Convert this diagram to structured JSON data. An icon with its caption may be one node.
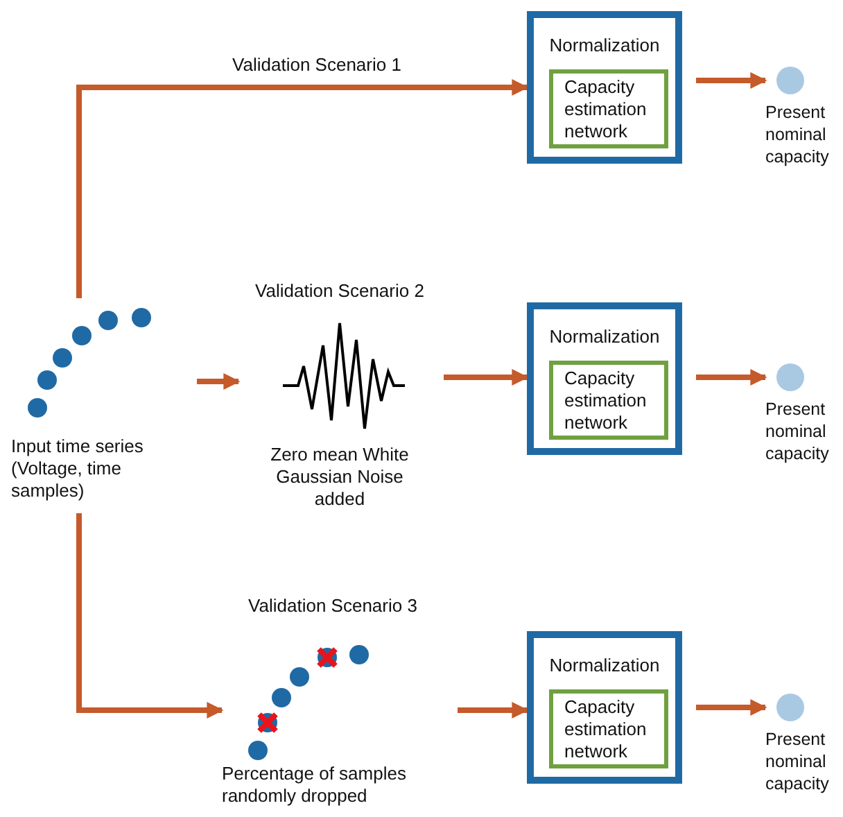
{
  "diagram": {
    "nodes": [
      {
        "text": [
          "Input time series (Voltage, time samples)"
        ]
      },
      {
        "text": [
          "Zero mean White Gaussian Noise added"
        ],
        "beside": [
          "Validation Scenario 2"
        ]
      },
      {
        "text": [
          "Percentage of samples randomly dropped"
        ],
        "beside": [
          "Validation Scenario 3"
        ]
      },
      {
        "text": [
          "Normalization"
        ]
      },
      {
        "text": [
          "Capacity estimation network"
        ],
        "in": 3
      },
      {
        "text": [
          "Present nominal capacity"
        ]
      },
      {
        "text": [
          "Normalization"
        ]
      },
      {
        "text": [
          "Capacity estimation network"
        ],
        "in": 6
      },
      {
        "text": [
          "Present nominal capacity"
        ]
      },
      {
        "text": [
          "Normalization"
        ]
      },
      {
        "text": [
          "Capacity estimation network"
        ],
        "in": 9
      },
      {
        "text": [
          "Present nominal capacity"
        ]
      }
    ],
    "edges": [
      {
        "from": 0,
        "to": 3,
        "arrow": "to",
        "label": "Validation Scenario 1"
      },
      {
        "from": 0,
        "to": 1,
        "arrow": "to"
      },
      {
        "from": 0,
        "to": 2,
        "arrow": "to"
      },
      {
        "from": 1,
        "to": 6,
        "arrow": "to"
      },
      {
        "from": 2,
        "to": 9,
        "arrow": "to"
      },
      {
        "from": 3,
        "to": 5,
        "arrow": "to"
      },
      {
        "from": 6,
        "to": 8,
        "arrow": "to"
      },
      {
        "from": 9,
        "to": 11,
        "arrow": "to"
      }
    ]
  }
}
